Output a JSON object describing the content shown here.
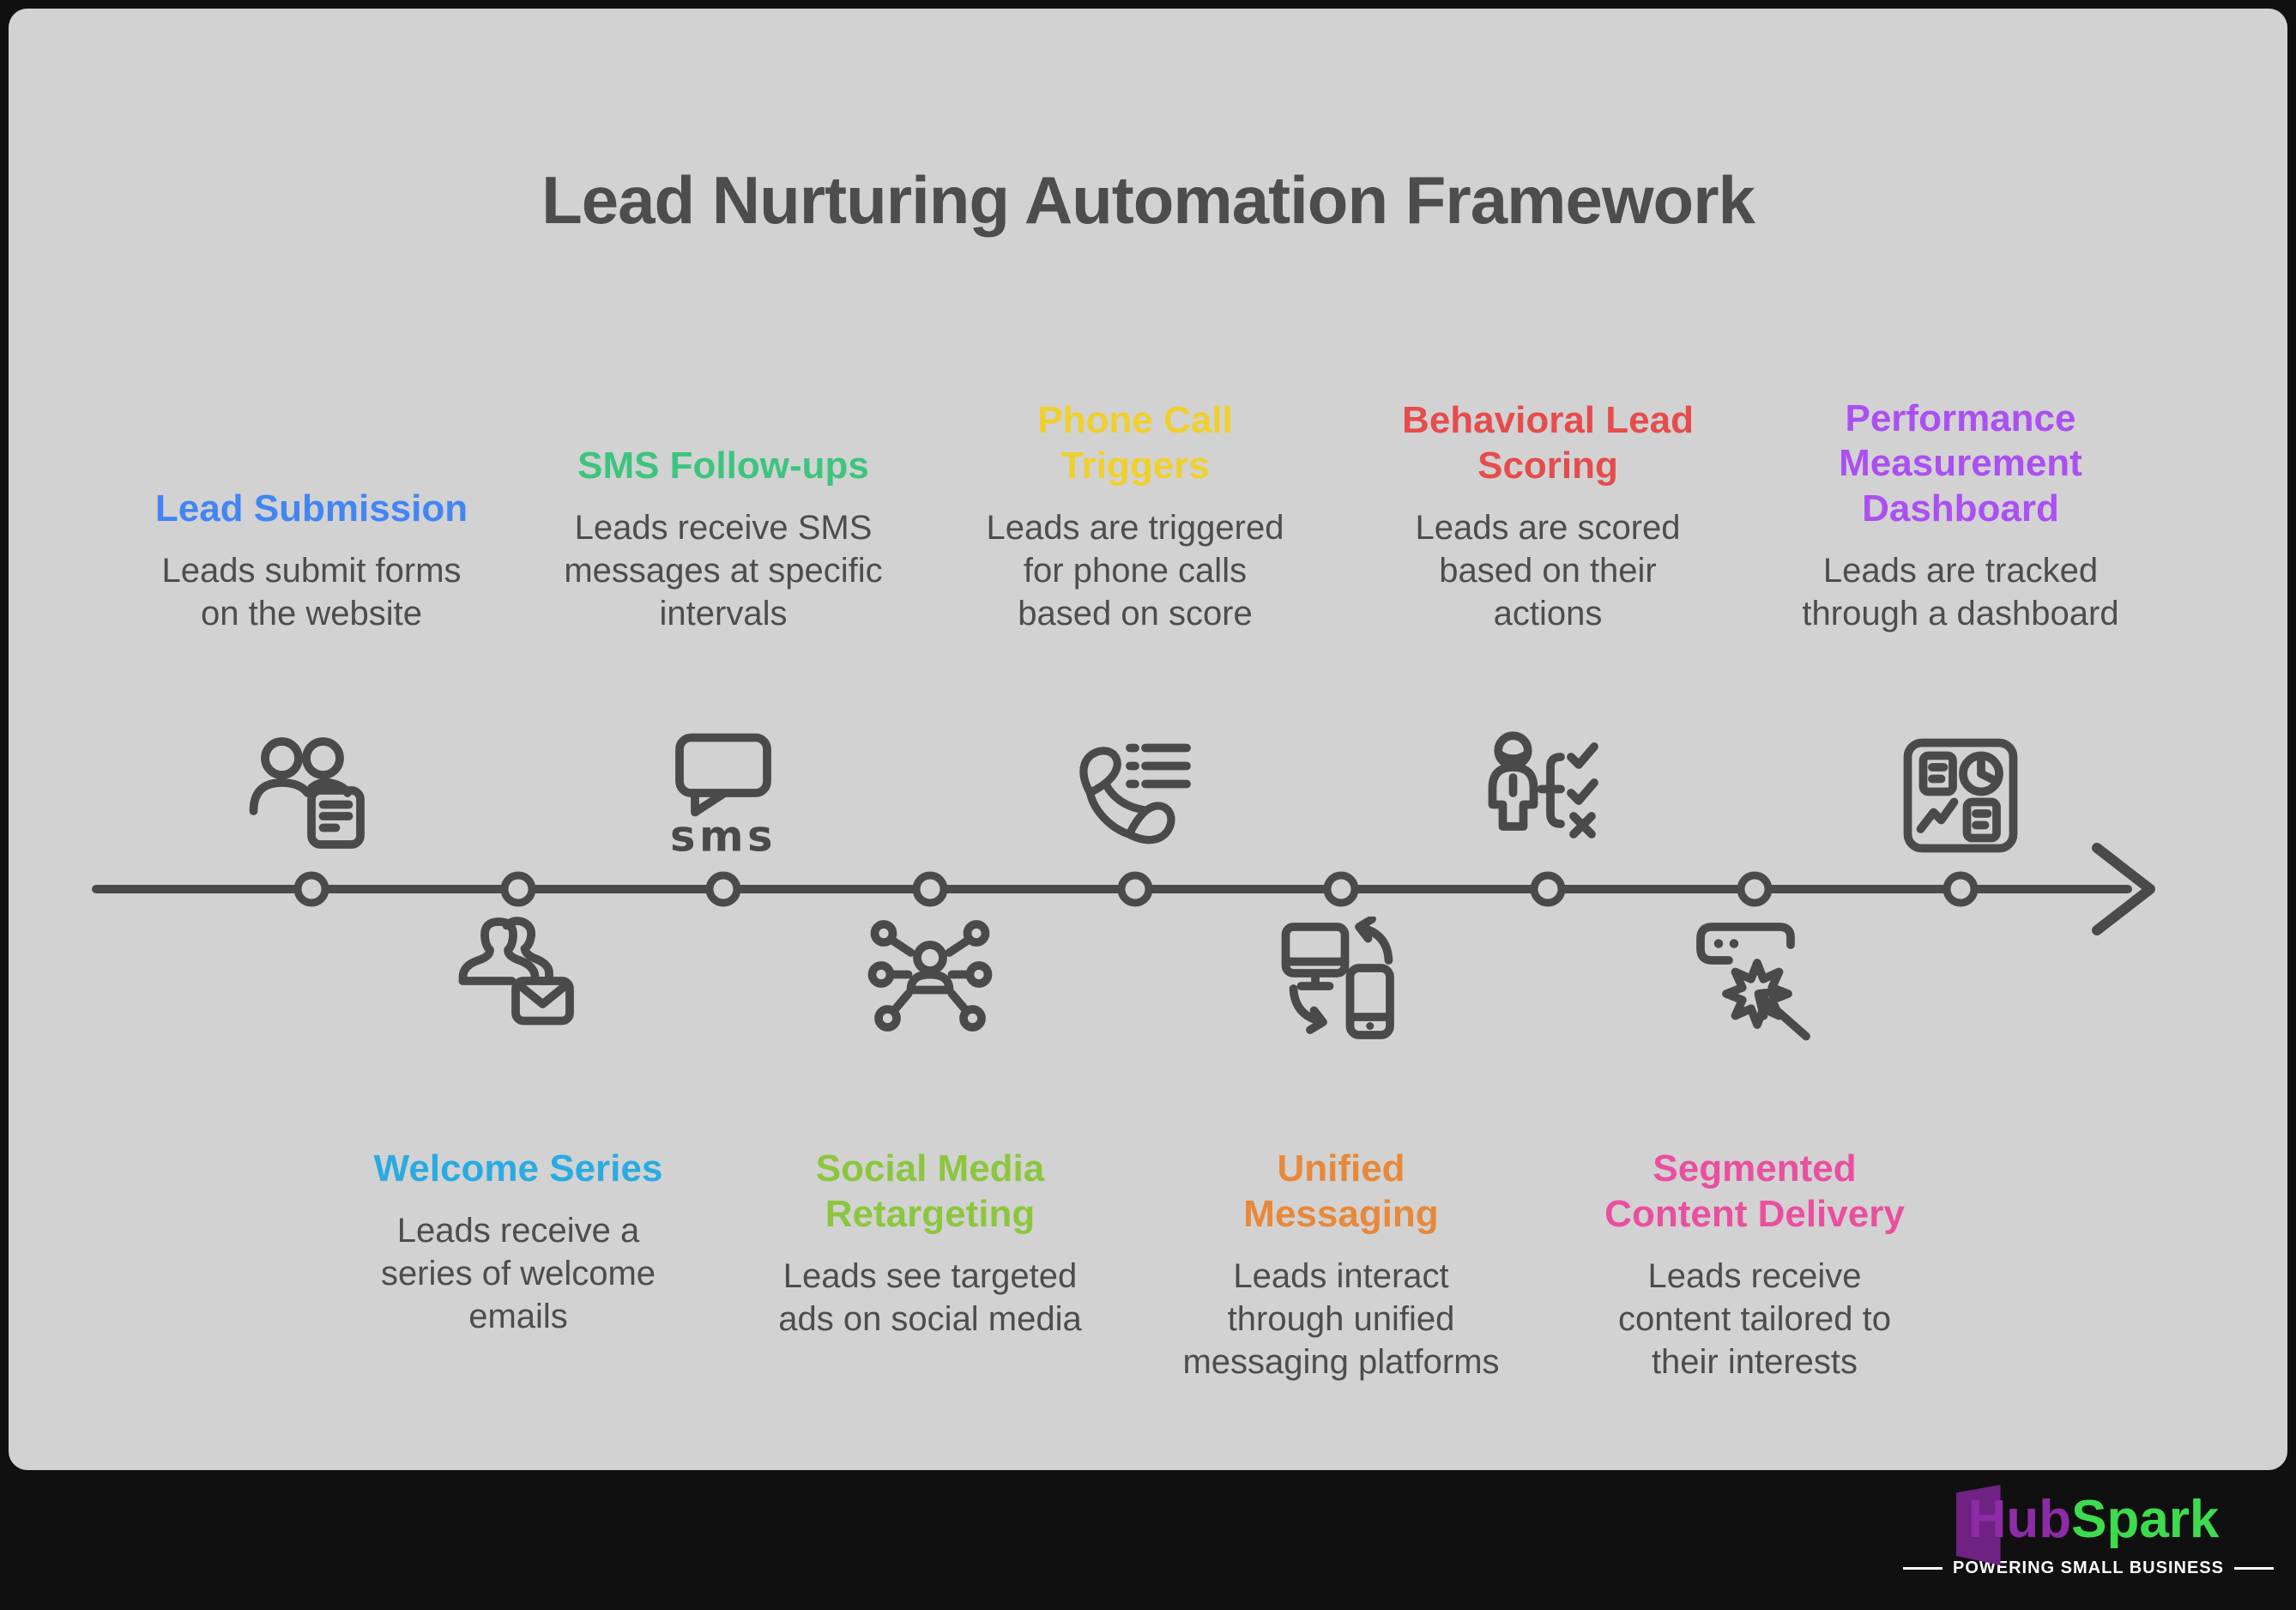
{
  "title": "Lead Nurturing Automation Framework",
  "stages_top": [
    {
      "title": "Lead Submission",
      "description": "Leads submit forms on the website",
      "color": "#4285f4",
      "icon": "lead-submission"
    },
    {
      "title": "SMS Follow-ups",
      "description": "Leads receive SMS messages at specific intervals",
      "color": "#3dc47e",
      "icon": "sms-follow-ups"
    },
    {
      "title": "Phone Call Triggers",
      "description": "Leads are triggered for phone calls based on score",
      "color": "#efd02c",
      "icon": "phone-call-triggers"
    },
    {
      "title": "Behavioral Lead Scoring",
      "description": "Leads are scored based on their actions",
      "color": "#e64c4c",
      "icon": "behavioral-lead-scoring"
    },
    {
      "title": "Performance Measurement Dashboard",
      "description": "Leads are tracked through a dashboard",
      "color": "#ab4ff2",
      "icon": "performance-dashboard"
    }
  ],
  "stages_bottom": [
    {
      "title": "Welcome Series",
      "description": "Leads receive a series of welcome emails",
      "color": "#29abe2",
      "icon": "welcome-series"
    },
    {
      "title": "Social Media Retargeting",
      "description": "Leads see targeted ads on social media",
      "color": "#8cc63f",
      "icon": "social-media-retargeting"
    },
    {
      "title": "Unified Messaging",
      "description": "Leads interact through unified messaging platforms",
      "color": "#e8883a",
      "icon": "unified-messaging"
    },
    {
      "title": "Segmented Content Delivery",
      "description": "Leads receive content tailored to their interests",
      "color": "#ea4f9f",
      "icon": "segmented-content-delivery"
    }
  ],
  "icons": {
    "sms_label": "sms"
  },
  "timeline": {
    "dot_count": 9
  },
  "footer": {
    "brand_part1": "Hub",
    "brand_part2": "Spark",
    "tagline": "POWERING SMALL BUSINESS",
    "brand_color1": "#8e2ba6",
    "brand_color2": "#3ddb4e"
  }
}
